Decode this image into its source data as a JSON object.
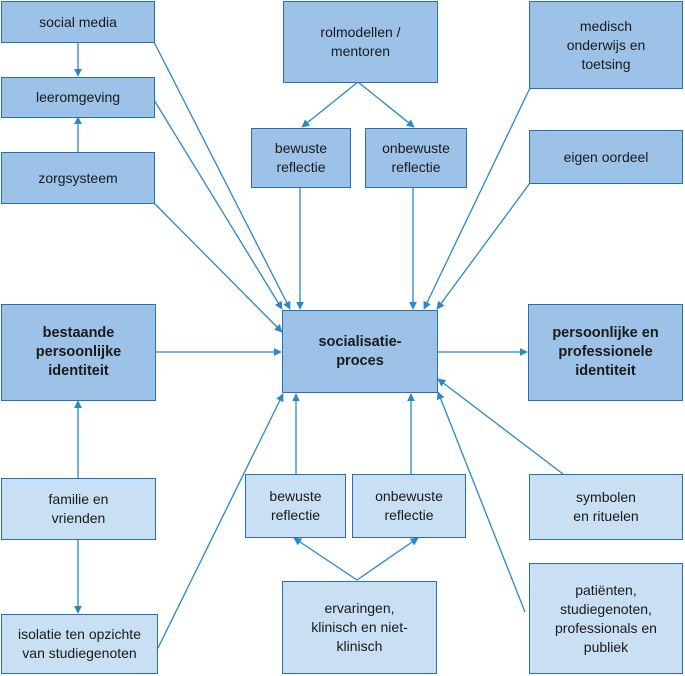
{
  "nodes": {
    "social_media": "social media",
    "leeromgeving": "leeromgeving",
    "zorgsysteem": "zorgsysteem",
    "rolmodellen": "rolmodellen /\nmentoren",
    "bewuste_top": "bewuste\nreflectie",
    "onbewuste_top": "onbewuste\nreflectie",
    "medisch": "medisch\nonderwijs en\ntoetsing",
    "eigen_oordeel": "eigen oordeel",
    "bestaande": "bestaande\npersoonlijke\nidentiteit",
    "socialisatie": "socialisatie-\nproces",
    "persoonlijke": "persoonlijke en\nprofessionele\nidentiteit",
    "familie": "familie en\nvrienden",
    "bewuste_bottom": "bewuste\nreflectie",
    "onbewuste_bottom": "onbewuste\nreflectie",
    "symbolen": "symbolen\nen rituelen",
    "isolatie": "isolatie ten opzichte\nvan studiegenoten",
    "ervaringen": "ervaringen,\nklinisch en niet-\nklinisch",
    "patienten": "patiënten,\nstudiegenoten,\nprofessionals en\npubliek"
  },
  "colors": {
    "line": "#2a88c8",
    "border": "#2a6fb3",
    "box_mid": "#9cc2e8",
    "box_light": "#c9dff4"
  }
}
